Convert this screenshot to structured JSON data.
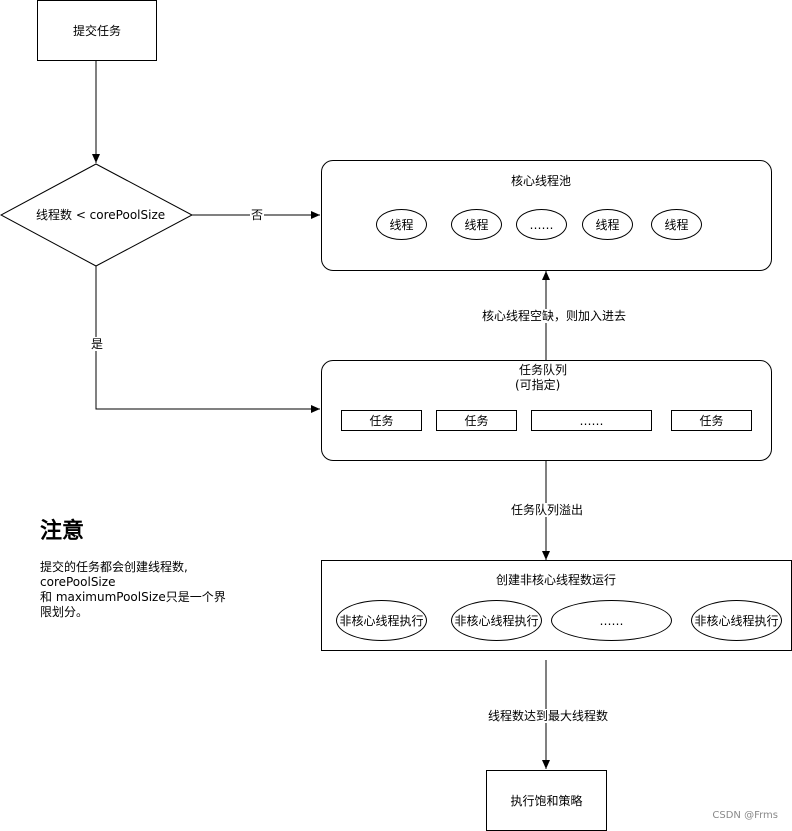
{
  "submit_box": {
    "label": "提交任务"
  },
  "decision": {
    "label": "线程数 < corePoolSize"
  },
  "edges": {
    "no": "否",
    "yes": "是",
    "core_idle": "核心线程空缺，则加入进去",
    "queue_overflow": "任务队列溢出",
    "max_reached": "线程数达到最大线程数"
  },
  "core_pool": {
    "title": "核心线程池",
    "threads": [
      "线程",
      "线程",
      "……",
      "线程",
      "线程"
    ]
  },
  "task_queue": {
    "title": "任务队列",
    "subtitle": "(可指定)",
    "cells": [
      "任务",
      "任务",
      "……",
      "任务"
    ]
  },
  "non_core": {
    "title": "创建非核心线程数运行",
    "threads": [
      "非核心线程执行",
      "非核心线程执行",
      "……",
      "非核心线程执行"
    ]
  },
  "reject_box": {
    "label": "执行饱和策略"
  },
  "note": {
    "title": "注意",
    "lines": [
      "提交的任务都会创建线程数,",
      "corePoolSize",
      "和 maximumPoolSize只是一个界",
      "限划分。"
    ]
  },
  "watermark": "CSDN @Frms"
}
